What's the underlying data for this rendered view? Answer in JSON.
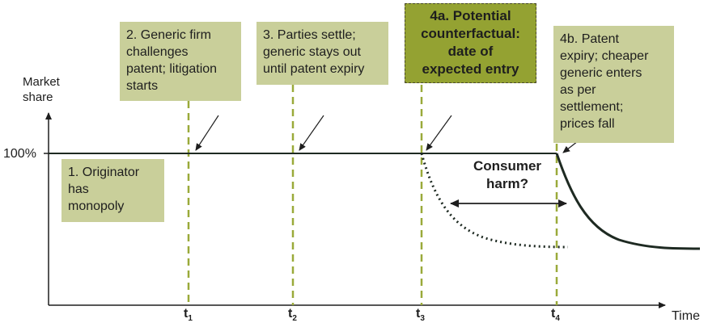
{
  "axis": {
    "y_label": [
      "Market",
      "share"
    ],
    "x_label": "Time",
    "y_tick_100": "100%"
  },
  "times": [
    {
      "base": "t",
      "sub": "1"
    },
    {
      "base": "t",
      "sub": "2"
    },
    {
      "base": "t",
      "sub": "3"
    },
    {
      "base": "t",
      "sub": "4"
    }
  ],
  "boxes": {
    "originator": [
      "1. Originator",
      "has",
      "monopoly"
    ],
    "challenge": [
      "2. Generic firm",
      "challenges",
      "patent; litigation",
      "starts"
    ],
    "settle": [
      "3. Parties settle;",
      "generic stays out",
      "until patent expiry"
    ],
    "counterfactual": [
      "4a. Potential",
      "counterfactual:",
      "date of",
      "expected entry"
    ],
    "expiry": [
      "4b. Patent",
      "expiry; cheaper",
      "generic enters",
      "as per",
      "settlement;",
      "prices fall"
    ]
  },
  "harm": [
    "Consumer",
    "harm?"
  ],
  "colors": {
    "box": "#c9cf9a",
    "highlight": "#94a232",
    "guide": "#9aaa3a",
    "curve": "#1e2a22"
  }
}
